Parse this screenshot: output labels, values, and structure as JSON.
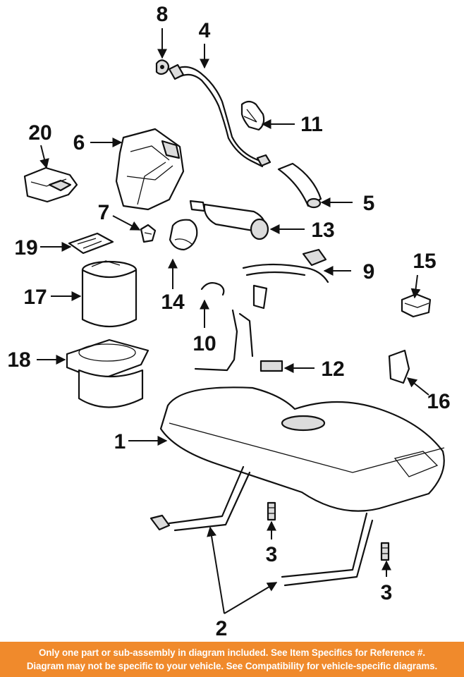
{
  "callouts": {
    "c1": "1",
    "c2": "2",
    "c3a": "3",
    "c3b": "3",
    "c4": "4",
    "c5": "5",
    "c6": "6",
    "c7": "7",
    "c8": "8",
    "c9": "9",
    "c10": "10",
    "c11": "11",
    "c12": "12",
    "c13": "13",
    "c14": "14",
    "c15": "15",
    "c16": "16",
    "c17": "17",
    "c18": "18",
    "c19": "19",
    "c20": "20"
  },
  "footer": {
    "line1": "Only one part or sub-assembly in diagram included. See Item Specifics for Reference #.",
    "line2": "Diagram may not be specific to your vehicle. See Compatibility for vehicle-specific diagrams.",
    "background": "#f08a2c"
  }
}
